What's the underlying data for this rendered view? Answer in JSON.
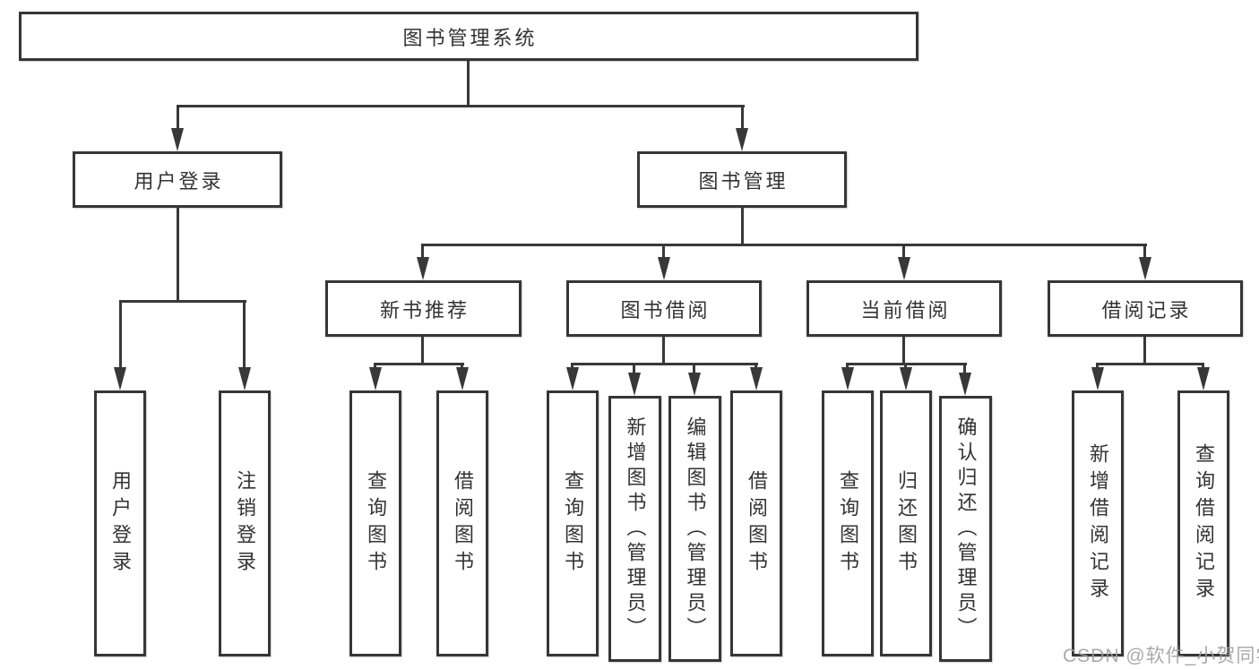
{
  "diagram": {
    "root": {
      "label": "图书管理系统"
    },
    "level2": [
      {
        "label": "用户登录"
      },
      {
        "label": "图书管理"
      }
    ],
    "level3": [
      {
        "label": "新书推荐"
      },
      {
        "label": "图书借阅"
      },
      {
        "label": "当前借阅"
      },
      {
        "label": "借阅记录"
      }
    ],
    "leaves": {
      "user_login_group": [
        {
          "label": "用户登录"
        },
        {
          "label": "注销登录"
        }
      ],
      "new_book_group": [
        {
          "label": "查询图书"
        },
        {
          "label": "借阅图书"
        }
      ],
      "book_borrow_group": [
        {
          "label": "查询图书"
        },
        {
          "label": "新增图书（管理员）"
        },
        {
          "label": "编辑图书（管理员）"
        },
        {
          "label": "借阅图书"
        }
      ],
      "current_borrow_group": [
        {
          "label": "查询图书"
        },
        {
          "label": "归还图书"
        },
        {
          "label": "确认归还（管理员）"
        }
      ],
      "records_group": [
        {
          "label": "新增借阅记录"
        },
        {
          "label": "查询借阅记录"
        }
      ]
    },
    "colors": {
      "line": "#383838",
      "border": "#363636",
      "text": "#333333",
      "background": "#ffffff",
      "watermark": "#9e9e9e"
    }
  },
  "watermark": {
    "text": "CSDN @软件_小贺同学"
  }
}
